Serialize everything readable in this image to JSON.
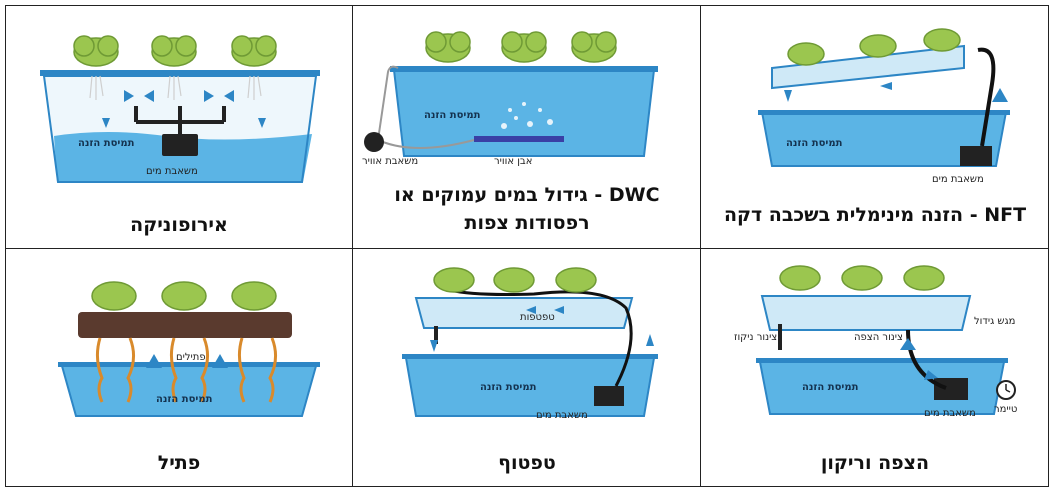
{
  "colors": {
    "water": "#5bb4e5",
    "water_light": "#cfe9f7",
    "tray": "#2d86c5",
    "lettuce": "#9bc64f",
    "pump": "#222222",
    "wick": "#d98a2b",
    "soil": "#5a3a2e"
  },
  "cells": {
    "nft": {
      "title": "NFT - הזנה מינימלית בשכבה דקה",
      "tank_label": "תמיסת הזנה",
      "pump_label": "משאבת מים"
    },
    "dwc": {
      "title_line1": "DWC - גידול במים עמוקים או",
      "title_line2": "רפסודות צפות",
      "tank_label": "תמיסת הזנה",
      "air_pump_label": "משאבת אוויר",
      "air_stone_label": "אבן אוויר"
    },
    "aero": {
      "title": "אירופוניקה",
      "tank_label": "תמיסת הזנה",
      "pump_label": "משאבת מים"
    },
    "ebb": {
      "title": "הצפה וריקון",
      "tank_label": "תמיסת הזנה",
      "pump_label": "משאבת מים",
      "timer_label": "טיימר",
      "tray_label": "מגש גידול",
      "drain_label": "צינור ניקוז",
      "flood_label": "צינור הצפה"
    },
    "drip": {
      "title": "טפטוף",
      "tank_label": "תמיסת הזנה",
      "pump_label": "משאבת מים",
      "drippers_label": "טפטפות"
    },
    "wick": {
      "title": "פתיל",
      "tank_label": "תמיסת הזנה",
      "wicks_label": "פתילים"
    }
  }
}
